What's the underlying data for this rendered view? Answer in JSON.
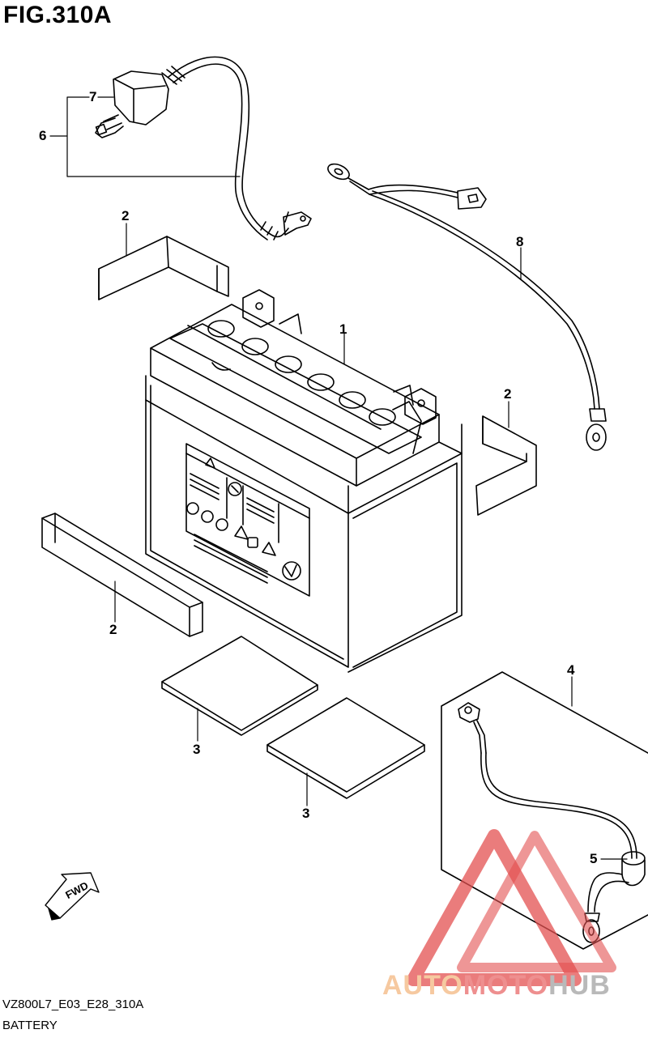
{
  "figure": {
    "title": "FIG.310A"
  },
  "callouts": [
    "1",
    "2",
    "2",
    "2",
    "3",
    "3",
    "4",
    "5",
    "6",
    "7",
    "8"
  ],
  "labels": {
    "fwd": "FWD"
  },
  "footer": {
    "code": "VZ800L7_E03_E28_310A",
    "name": "BATTERY"
  },
  "watermark": {
    "part1": "AUTO",
    "part2": "MOTO",
    "part3": "HUB"
  },
  "colors": {
    "line": "#000000",
    "watermark_red": "#e35050",
    "watermark_orange": "#f4b27c",
    "watermark_grey": "#9a9a9a"
  }
}
